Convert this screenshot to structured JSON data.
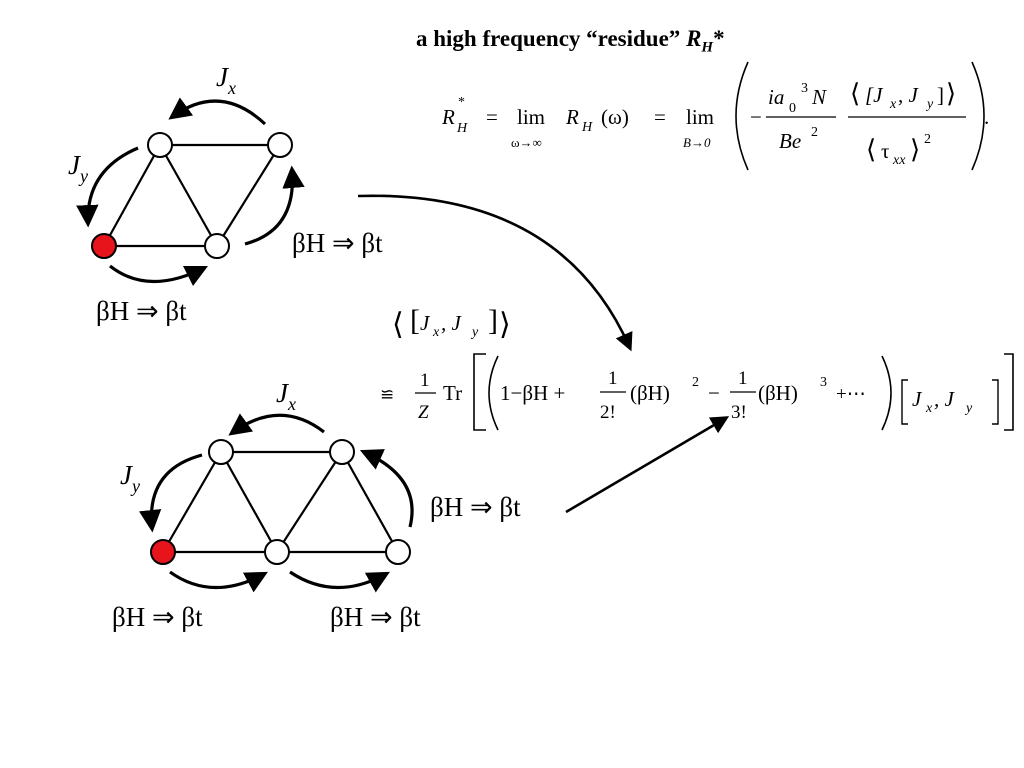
{
  "title": {
    "text": "a high frequency “residue”",
    "symbol": "R",
    "subscript": "H",
    "star": "*"
  },
  "hop_label": "βH ⇒ βt",
  "current_x": "J",
  "current_x_sub": "x",
  "current_y": "J",
  "current_y_sub": "y",
  "formula_residue": {
    "lhs": "R",
    "lhs_sub": "H",
    "lhs_sup": "*",
    "eq": "=",
    "lim1": "lim",
    "lim1_sub": "ω→∞",
    "rh": "R",
    "rh_sub": "H",
    "omega": "(ω)",
    "lim2": "lim",
    "lim2_sub": "B→0",
    "minus": "−",
    "num": "ia",
    "num_sub": "0",
    "num_sup": "3",
    "num_n": "N",
    "den": "Be",
    "den_sup": "2",
    "comm_num": "[J",
    "comm_x": "x",
    "comm_sep": ", J",
    "comm_y": "y",
    "comm_close": "]",
    "tau": "τ",
    "tau_sub": "xx",
    "tau_sup": "2",
    "period": "."
  },
  "formula_expansion": {
    "comm_open": "[J",
    "comm_x": "x",
    "comm_sep": ", J",
    "comm_y": "y",
    "comm_close": "]",
    "approx": "≌",
    "one": "1",
    "Z": "Z",
    "tr": "Tr",
    "term1": "1−βH +",
    "one_over": "1",
    "fact2": "2!",
    "bh2": "(βH)",
    "sup2": "2",
    "minus": "−",
    "fact3": "3!",
    "bh3": "(βH)",
    "sup3": "3",
    "plus_dots": "+⋯",
    "J": "J",
    "x": "x",
    "comma": ", J",
    "y": "y"
  },
  "colors": {
    "active_site": "#e8141c",
    "site": "#ffffff",
    "ink": "#000000"
  }
}
